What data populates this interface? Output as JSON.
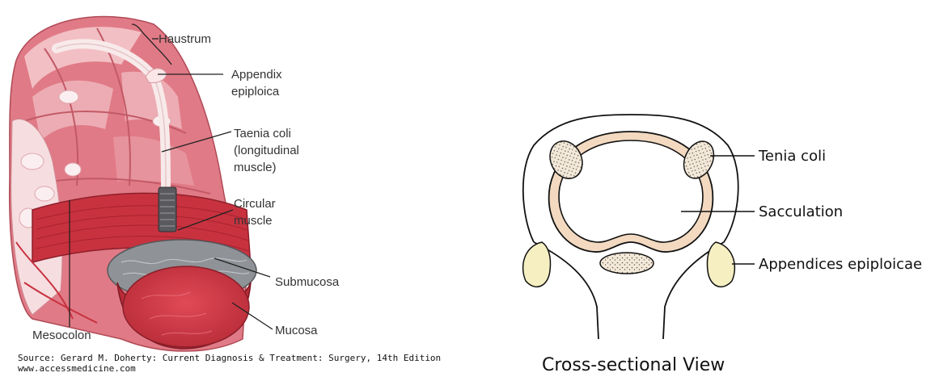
{
  "left_figure": {
    "labels": {
      "haustrum": "Haustrum",
      "appendix_line1": "Appendix",
      "appendix_line2": "epiploica",
      "taenia_line1": "Taenia coli",
      "taenia_line2": "(longitudinal",
      "taenia_line3": "muscle)",
      "circular_line1": "Circular",
      "circular_line2": "muscle",
      "submucosa": "Submucosa",
      "mucosa": "Mucosa",
      "mesocolon": "Mesocolon"
    },
    "source_line1": "Source: Gerard M. Doherty: Current Diagnosis & Treatment: Surgery, 14th Edition",
    "source_line2": "www.accessmedicine.com"
  },
  "right_figure": {
    "labels": {
      "tenia_coli": "Tenia coli",
      "sacculation": "Sacculation",
      "appendices": "Appendices epiploicae"
    },
    "caption": "Cross-sectional View"
  },
  "colors": {
    "colon_outer": "#e07a86",
    "colon_highlight": "#f7d3d6",
    "muscle_red": "#c8323f",
    "mucosa_red": "#d4404c",
    "submucosa_gray": "#8f9296",
    "ring_peach": "#f2d9c0",
    "fat_yellow": "#f5efc2"
  }
}
